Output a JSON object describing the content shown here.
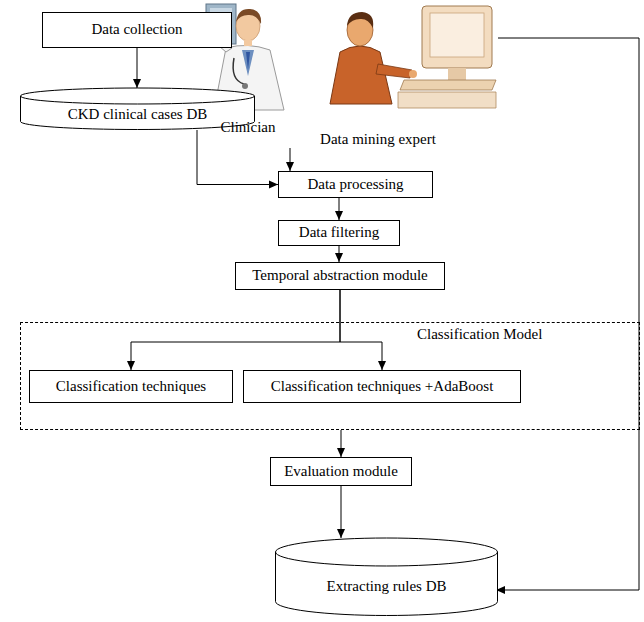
{
  "diagram": {
    "nodes": [
      {
        "text": [
          "Data collection"
        ]
      },
      {
        "text": [
          "CKD clinical cases DB"
        ]
      },
      {
        "text": [
          "Clinician"
        ]
      },
      {
        "text": [
          "Data mining expert"
        ]
      },
      {
        "text": [
          "Data processing"
        ]
      },
      {
        "text": [
          "Data filtering"
        ]
      },
      {
        "text": [
          "Temporal abstraction module"
        ]
      },
      {
        "text": [
          "Classification Model"
        ]
      },
      {
        "text": [
          "Classification techniques"
        ],
        "in": 7
      },
      {
        "text": [
          "Classification techniques +AdaBoost"
        ],
        "in": 7
      },
      {
        "text": [
          "Evaluation module"
        ]
      },
      {
        "text": [
          "Extracting rules DB"
        ]
      }
    ],
    "edges": [
      {
        "from": 0,
        "to": 1,
        "arrow": "to"
      },
      {
        "from": 1,
        "to": 4,
        "arrow": "to"
      },
      {
        "from": 3,
        "to": 4,
        "arrow": "to"
      },
      {
        "from": 4,
        "to": 5,
        "arrow": "to"
      },
      {
        "from": 5,
        "to": 6,
        "arrow": "to"
      },
      {
        "from": 6,
        "to": 8,
        "arrow": "to"
      },
      {
        "from": 6,
        "to": 9,
        "arrow": "to"
      },
      {
        "from": 7,
        "to": 10,
        "arrow": "to"
      },
      {
        "from": 10,
        "to": 11,
        "arrow": "to"
      },
      {
        "from": 3,
        "to": 11,
        "arrow": "to"
      }
    ]
  }
}
